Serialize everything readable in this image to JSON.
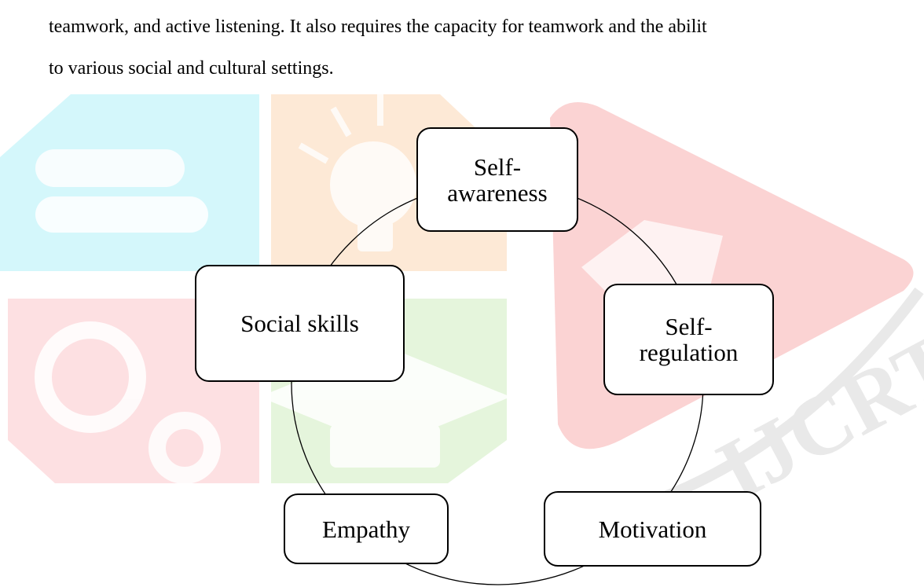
{
  "paragraph": {
    "line_1": "teamwork, and active listening. It also requires the capacity for teamwork and the abilit",
    "line_2": "to various social and cultural settings."
  },
  "diagram": {
    "nodes": [
      {
        "label_line_1": "Self-",
        "label_line_2": "awareness"
      },
      {
        "label_line_1": "Self-",
        "label_line_2": "regulation"
      },
      {
        "label": "Motivation"
      },
      {
        "label": "Empathy"
      },
      {
        "label": "Social skills"
      }
    ]
  },
  "watermark": {
    "text": "IJCRT",
    "colors": {
      "cyan": "#d4f7fb",
      "orange": "#fde9d6",
      "red": "#fbd3d3",
      "pink": "#fde0e2",
      "green": "#e5f5dc",
      "gray_text": "#e9e9e9"
    }
  }
}
